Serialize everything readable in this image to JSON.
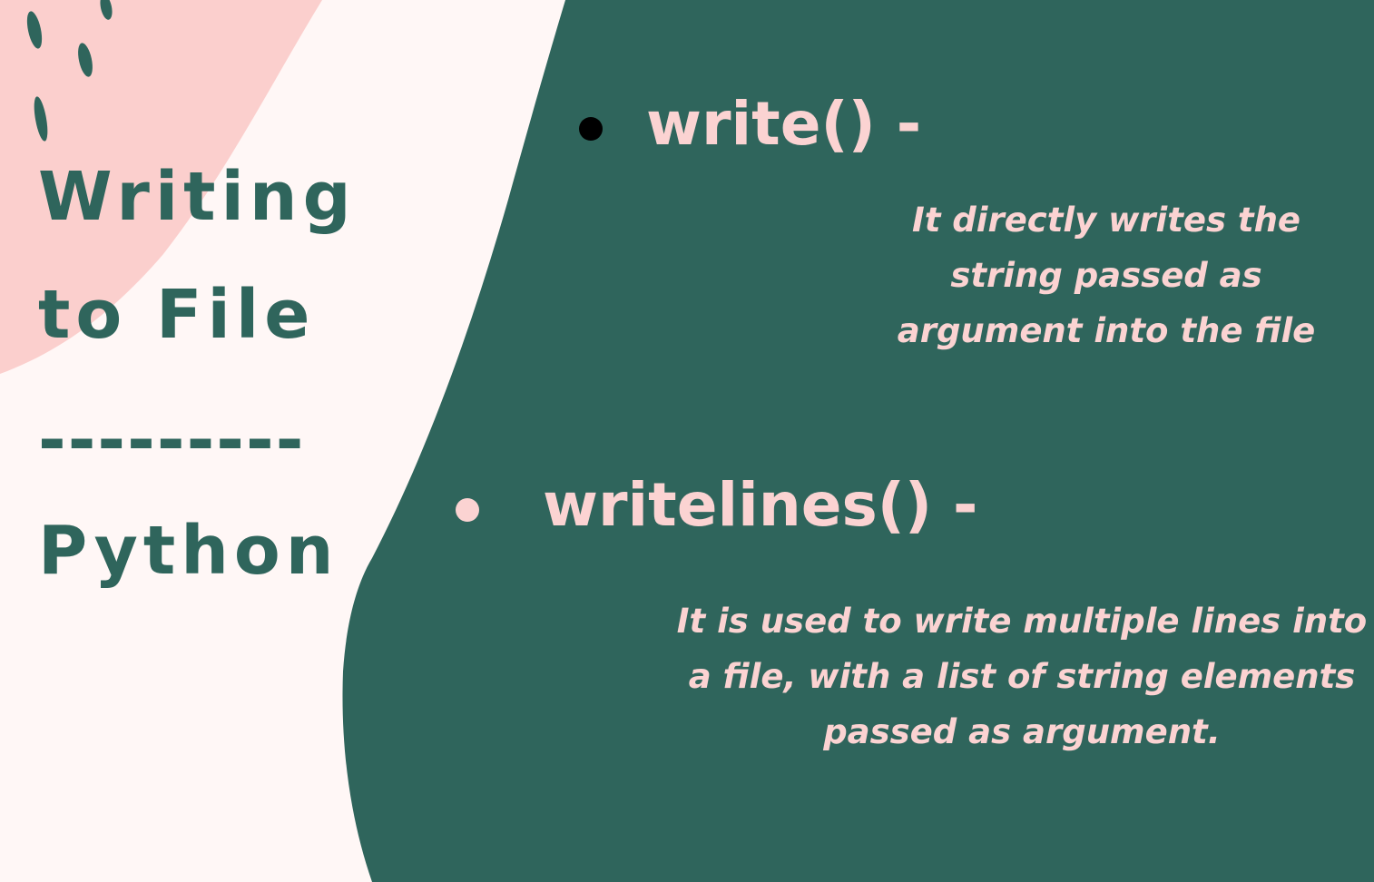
{
  "colors": {
    "background": "#fff7f6",
    "blush": "#fbcfcd",
    "green": "#2f655c",
    "pink_text": "#fbd3d2",
    "bullet_dark": "#000000"
  },
  "title": {
    "line1": "Writing",
    "line2": "to File",
    "separator": "---------",
    "line3": "Python"
  },
  "items": [
    {
      "heading": "write() -",
      "description_lines": [
        "It directly writes the",
        "string passed as",
        "argument into the file"
      ]
    },
    {
      "heading": "writelines() -",
      "description_lines": [
        "It is used to write multiple lines into",
        "a file, with a list of string elements",
        "passed as argument."
      ]
    }
  ]
}
